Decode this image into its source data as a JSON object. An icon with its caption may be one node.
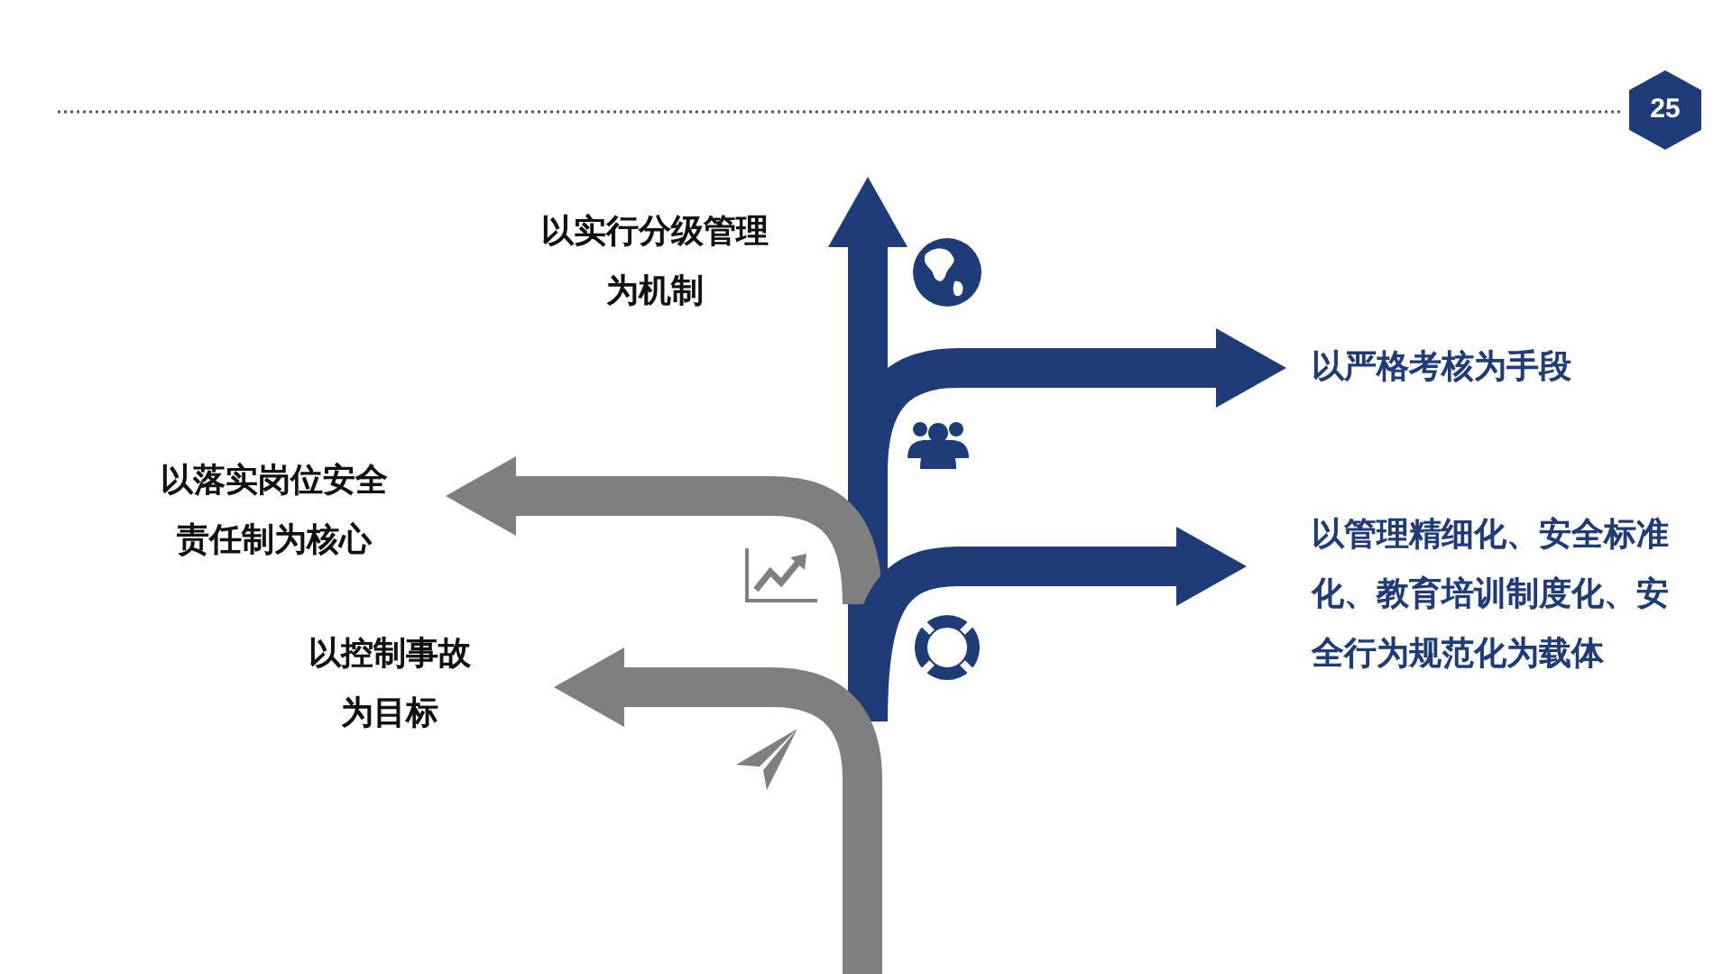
{
  "diagram": {
    "nodes": [
      {
        "text": [
          "25"
        ]
      },
      {
        "text": [
          "以严格考核为手段"
        ]
      },
      {
        "text": [
          "以落实岗位安全责任制为核心"
        ]
      },
      {
        "text": [
          "以管理精细化、安全标准化、教育培训制度化、安全行为规范化为载体"
        ]
      },
      {
        "text": [
          "以控制事故为目标"
        ]
      }
    ],
    "edges": [
      {
        "from": null,
        "to": 1,
        "arrow": "to"
      },
      {
        "from": null,
        "to": 2,
        "arrow": "to",
        "color": "#7f7f7f"
      },
      {
        "from": null,
        "to": 3,
        "arrow": "to"
      },
      {
        "from": null,
        "to": 4,
        "arrow": "to",
        "color": "#7f7f7f"
      }
    ],
    "labels": [
      "以实行分级管理为机制"
    ]
  }
}
